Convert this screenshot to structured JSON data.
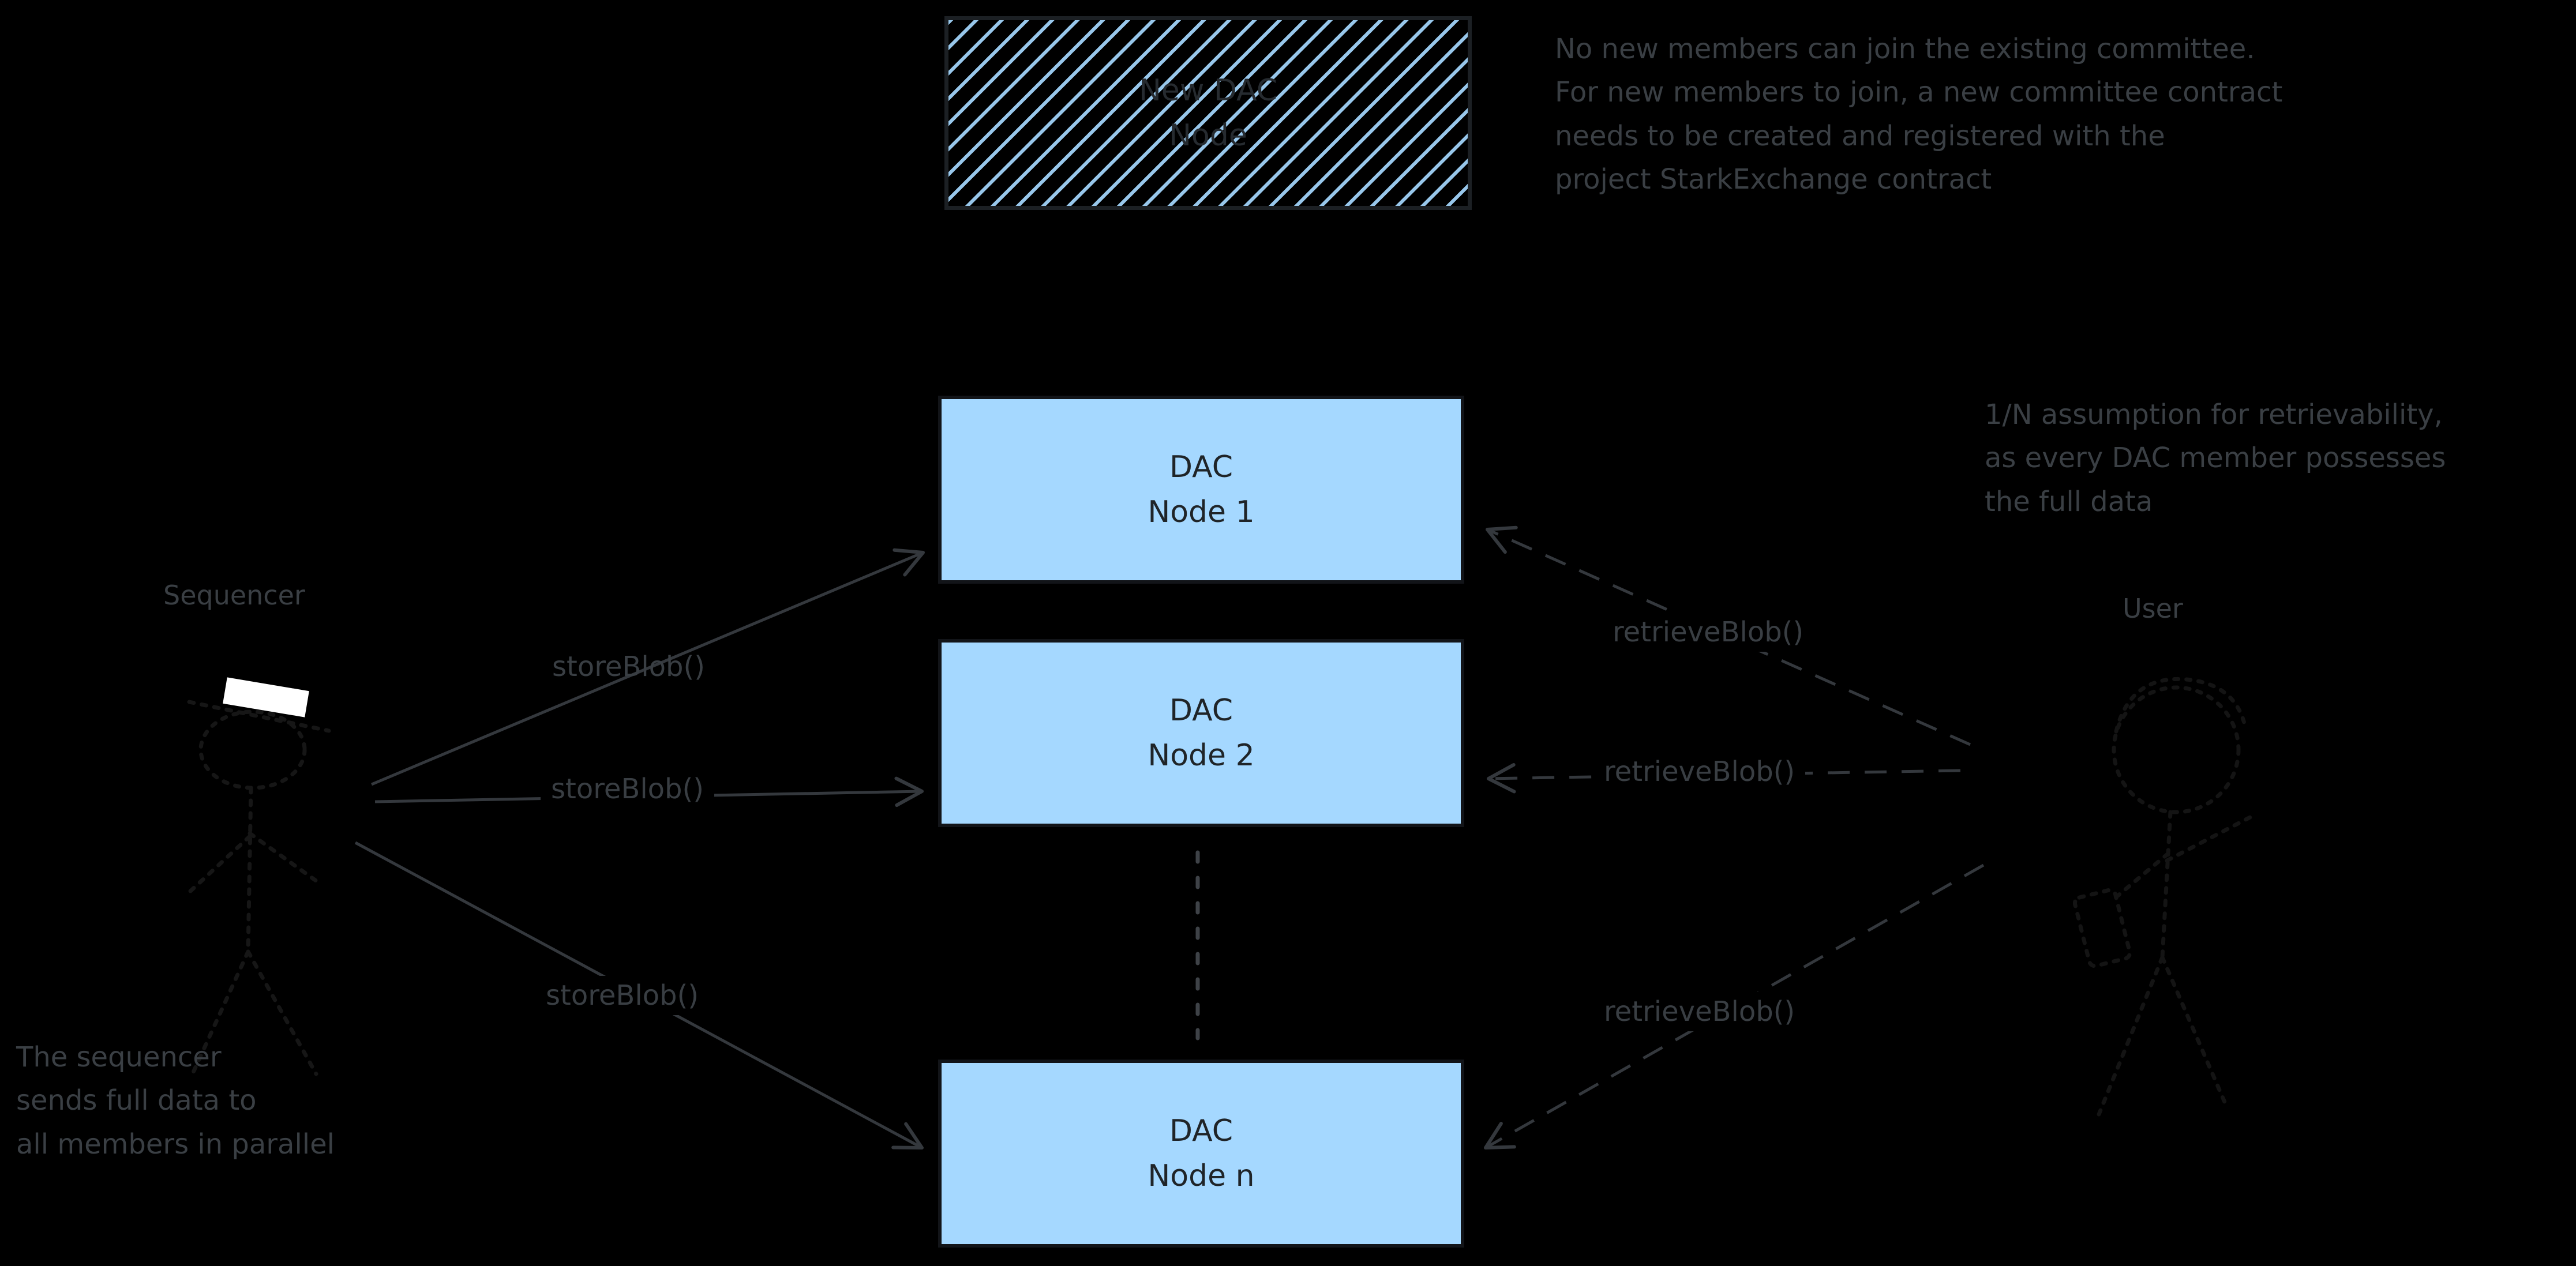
{
  "diagram": {
    "title_semantics": "StarkEx Data Availability Committee diagram",
    "colors": {
      "background": "#000000",
      "node_fill": "#a5d8ff",
      "node_stroke": "#121418",
      "node_text": "#1f2428",
      "annotation_text": "#3a3f44",
      "arrow": "#34383d",
      "hatch_stripe": "#a5d8ff",
      "figure_stroke": "#161616",
      "hat_fill": "#ffffff"
    }
  },
  "nodes": {
    "new_dac": {
      "line1": "New DAC",
      "line2": "Node"
    },
    "node1": {
      "line1": "DAC",
      "line2": "Node 1"
    },
    "node2": {
      "line1": "DAC",
      "line2": "Node 2"
    },
    "node_n": {
      "line1": "DAC",
      "line2": "Node n"
    }
  },
  "actors": {
    "sequencer": "Sequencer",
    "user": "User"
  },
  "edge_labels": {
    "store_blob_1": "storeBlob()",
    "store_blob_2": "storeBlob()",
    "store_blob_3": "storeBlob()",
    "retrieve_blob_1": "retrieveBlob()",
    "retrieve_blob_2": "retrieveBlob()",
    "retrieve_blob_3": "retrieveBlob()"
  },
  "notes": {
    "committee": "No new members can join the existing committee.\nFor new members to join, a new committee contract\nneeds to be created and registered with the\nproject StarkExchange contract",
    "retrievability": "1/N assumption for retrievability,\nas every DAC member possesses\nthe full data",
    "parallel": "The sequencer\nsends full data to\nall members in parallel"
  }
}
